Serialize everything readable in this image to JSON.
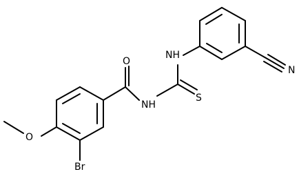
{
  "figure": {
    "labels": {
      "oxygen_carbonyl": "O",
      "amide_nh": "NH",
      "thiourea_nh": "NH",
      "sulfur": "S",
      "nitrile_n": "N",
      "methoxy_o": "O",
      "bromine": "Br"
    }
  }
}
